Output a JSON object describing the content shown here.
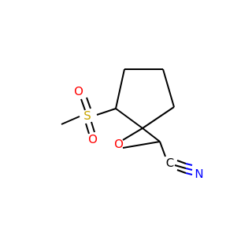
{
  "molecule": {
    "atoms": {
      "S": {
        "label": "S",
        "color": "#c8a400"
      },
      "O_top": {
        "label": "O",
        "color": "#ff0000"
      },
      "O_bottom": {
        "label": "O",
        "color": "#ff0000"
      },
      "O_ring": {
        "label": "O",
        "color": "#ff0000"
      },
      "C_nitrile": {
        "label": "C",
        "color": "#000000"
      },
      "N": {
        "label": "N",
        "color": "#0000ff"
      }
    },
    "bond_color": "#000000"
  }
}
